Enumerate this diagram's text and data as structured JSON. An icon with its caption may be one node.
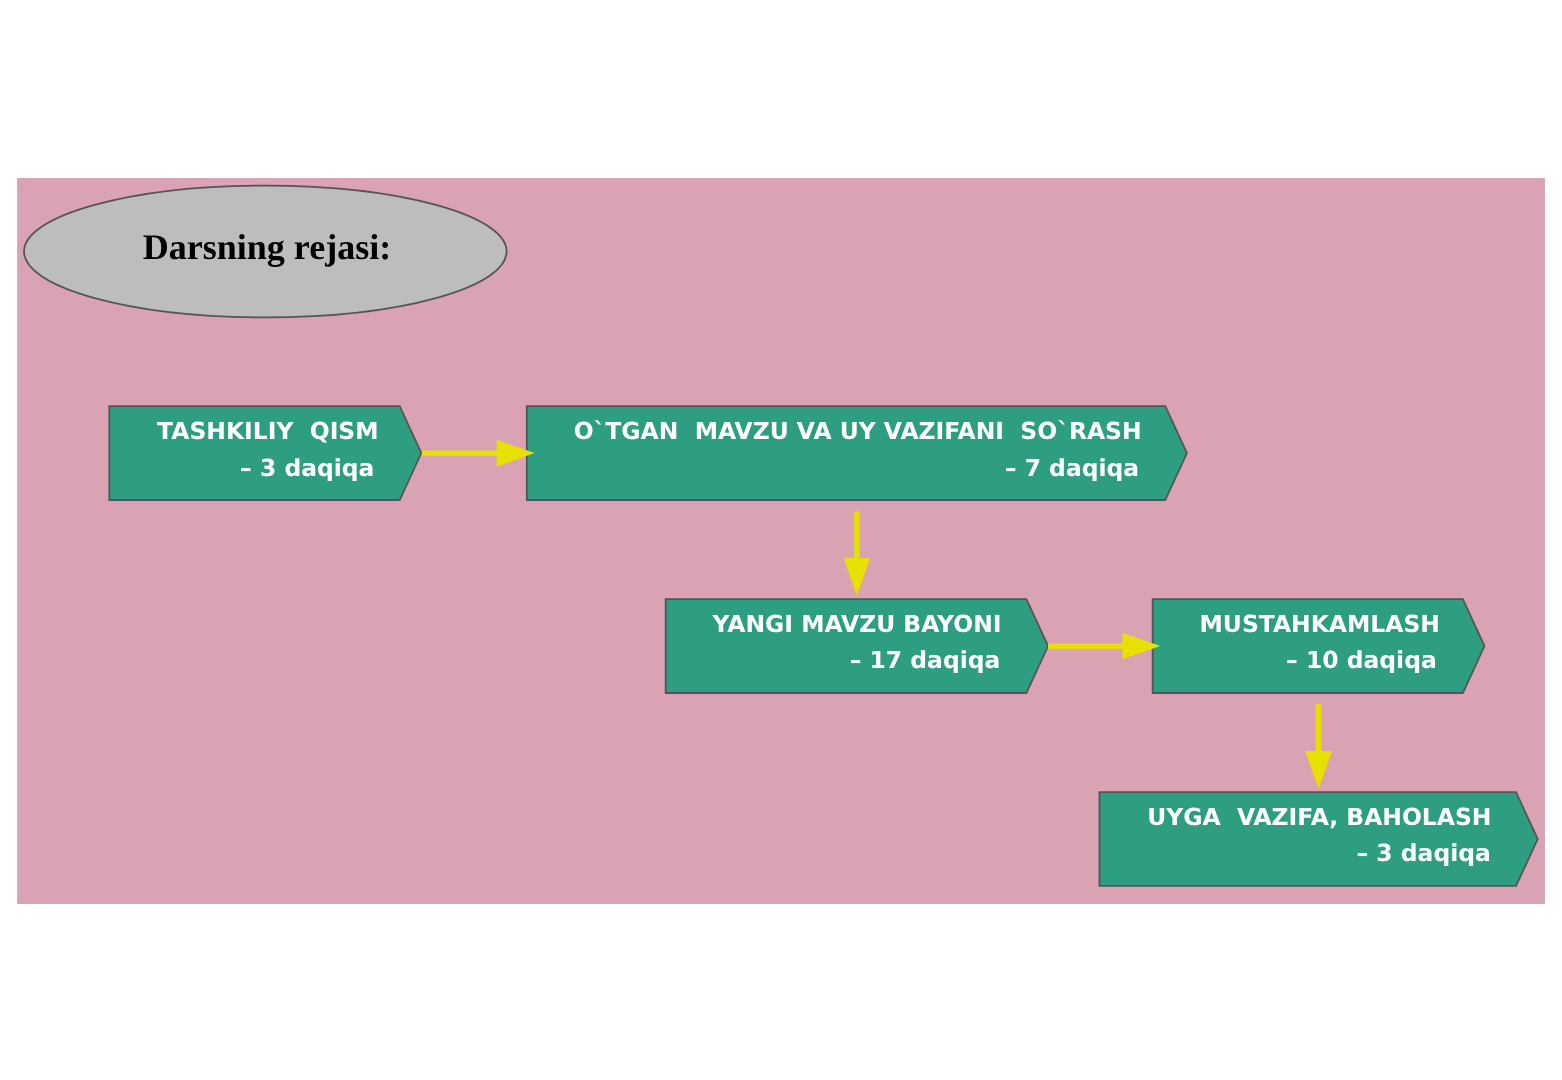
{
  "diagram": {
    "nodes": [
      {
        "text": [
          "Darsning rejasi:"
        ]
      },
      {
        "text": [
          "TASHKILIY  QISM",
          "– 3 daqiqa"
        ]
      },
      {
        "text": [
          "O`TGAN  MAVZU VA UY VAZIFANI  SO`RASH",
          "– 7 daqiqa"
        ]
      },
      {
        "text": [
          "YANGI MAVZU BAYONI",
          "– 17 daqiqa"
        ]
      },
      {
        "text": [
          "MUSTAHKAMLASH",
          "– 10 daqiqa"
        ]
      },
      {
        "text": [
          "UYGA  VAZIFA, BAHOLASH",
          "– 3 daqiqa"
        ]
      }
    ],
    "edges": [
      {
        "from": 1,
        "to": 2,
        "arrow": "to"
      },
      {
        "from": 2,
        "to": 3,
        "arrow": "to"
      },
      {
        "from": 3,
        "to": 4,
        "arrow": "to"
      },
      {
        "from": 4,
        "to": 5,
        "arrow": "to"
      }
    ]
  }
}
